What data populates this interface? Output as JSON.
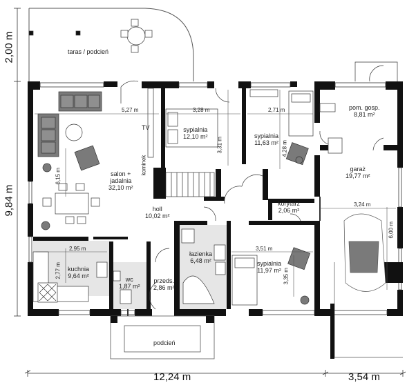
{
  "rooms": {
    "terrace": {
      "name": "taras / podcień"
    },
    "living": {
      "name": "salon +",
      "name2": "jadalnia",
      "area": "32,10 m²"
    },
    "bed1": {
      "name": "sypialnia",
      "area": "12,10 m²"
    },
    "bed2": {
      "name": "sypialnia",
      "area": "11,63 m²"
    },
    "utility": {
      "name": "pom. gosp.",
      "area": "8,81 m²"
    },
    "garage": {
      "name": "garaż",
      "area": "19,77 m²"
    },
    "hall": {
      "name": "holl",
      "area": "10,02 m²"
    },
    "corridor": {
      "name": "korytarz",
      "area": "2,06 m²"
    },
    "kitchen": {
      "name": "kuchnia",
      "area": "9,64 m²"
    },
    "wc": {
      "name": "wc",
      "area": "1,87 m²"
    },
    "vestibule": {
      "name": "przeds.",
      "area": "2,86 m²"
    },
    "bathroom": {
      "name": "łazienka",
      "area": "6,48 m²"
    },
    "bed3": {
      "name": "sypialnia",
      "area": "11,97 m²"
    },
    "porch": {
      "name": "podcień"
    }
  },
  "labels": {
    "tv": "TV",
    "fireplace": "kominek"
  },
  "inner_dims": {
    "d527": "5,27 m",
    "d328": "3,28 m",
    "d271": "2,71 m",
    "d331": "3,31 m",
    "d428": "4,28 m",
    "d615": "6,15 m",
    "d295": "2,95 m",
    "d277": "2,77 m",
    "d351": "3,51 m",
    "d335": "3,35 m",
    "d324": "3,24 m",
    "d600": "6,00 m"
  },
  "outer_dims": {
    "width_house": "12,24 m",
    "width_garage": "3,54 m",
    "height_terrace": "2,00 m",
    "height_house": "9,84 m"
  },
  "colors": {
    "wall": "#111111",
    "furniture": "#7a7a7a",
    "tile": "#e6e6e6"
  }
}
